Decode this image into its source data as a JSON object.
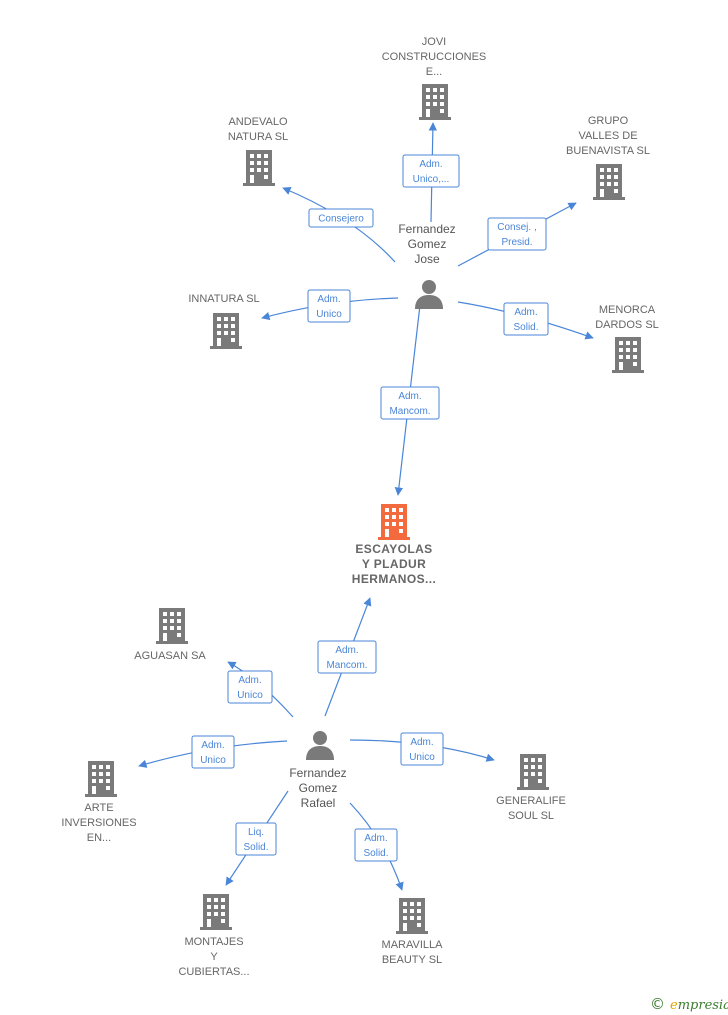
{
  "colors": {
    "edge": "#4a86d8",
    "company": "#7a7a7a",
    "company_main": "#f26a3d",
    "person": "#7a7a7a",
    "brand_green": "#3b7d2f",
    "brand_orange": "#e2a400"
  },
  "icons": {
    "company": "building-icon",
    "person": "person-icon",
    "copyright": "copyright-icon"
  },
  "nodes": [
    {
      "id": "escayolas",
      "type": "company",
      "main": true,
      "lines": [
        "ESCAYOLAS",
        "Y PLADUR",
        "HERMANOS..."
      ]
    },
    {
      "id": "person_jose",
      "type": "person",
      "lines": [
        "Fernandez",
        "Gomez",
        "Jose"
      ]
    },
    {
      "id": "person_rafael",
      "type": "person",
      "lines": [
        "Fernandez",
        "Gomez",
        "Rafael"
      ]
    },
    {
      "id": "jovi",
      "type": "company",
      "lines": [
        "JOVI",
        "CONSTRUCCIONES",
        "E..."
      ]
    },
    {
      "id": "andevalo",
      "type": "company",
      "lines": [
        "ANDEVALO",
        "NATURA SL"
      ]
    },
    {
      "id": "grupo_valles",
      "type": "company",
      "lines": [
        "GRUPO",
        "VALLES DE",
        "BUENAVISTA SL"
      ]
    },
    {
      "id": "innatura",
      "type": "company",
      "lines": [
        "INNATURA SL"
      ]
    },
    {
      "id": "menorca",
      "type": "company",
      "lines": [
        "MENORCA",
        "DARDOS  SL"
      ]
    },
    {
      "id": "aguasan",
      "type": "company",
      "lines": [
        "AGUASAN SA"
      ]
    },
    {
      "id": "arte",
      "type": "company",
      "lines": [
        "ARTE",
        "INVERSIONES",
        "EN..."
      ]
    },
    {
      "id": "generalife",
      "type": "company",
      "lines": [
        "GENERALIFE",
        "SOUL  SL"
      ]
    },
    {
      "id": "montajes",
      "type": "company",
      "lines": [
        "MONTAJES",
        "Y",
        "CUBIERTAS..."
      ]
    },
    {
      "id": "maravilla",
      "type": "company",
      "lines": [
        "MARAVILLA",
        "BEAUTY  SL"
      ]
    }
  ],
  "edges": [
    {
      "from": "person_jose",
      "to": "jovi",
      "label": [
        "Adm.",
        "Unico,..."
      ]
    },
    {
      "from": "person_jose",
      "to": "andevalo",
      "label": [
        "Consejero"
      ]
    },
    {
      "from": "person_jose",
      "to": "grupo_valles",
      "label": [
        "Consej. ,",
        "Presid."
      ]
    },
    {
      "from": "person_jose",
      "to": "innatura",
      "label": [
        "Adm.",
        "Unico"
      ]
    },
    {
      "from": "person_jose",
      "to": "menorca",
      "label": [
        "Adm.",
        "Solid."
      ]
    },
    {
      "from": "person_jose",
      "to": "escayolas",
      "label": [
        "Adm.",
        "Mancom."
      ]
    },
    {
      "from": "person_rafael",
      "to": "escayolas",
      "label": [
        "Adm.",
        "Mancom."
      ]
    },
    {
      "from": "person_rafael",
      "to": "aguasan",
      "label": [
        "Adm.",
        "Unico"
      ]
    },
    {
      "from": "person_rafael",
      "to": "arte",
      "label": [
        "Adm.",
        "Unico"
      ]
    },
    {
      "from": "person_rafael",
      "to": "generalife",
      "label": [
        "Adm.",
        "Unico"
      ]
    },
    {
      "from": "person_rafael",
      "to": "montajes",
      "label": [
        "Liq.",
        "Solid."
      ]
    },
    {
      "from": "person_rafael",
      "to": "maravilla",
      "label": [
        "Adm.",
        "Solid."
      ]
    }
  ],
  "brand": {
    "copyright": "©",
    "initial": "e",
    "rest": "mpresia"
  }
}
